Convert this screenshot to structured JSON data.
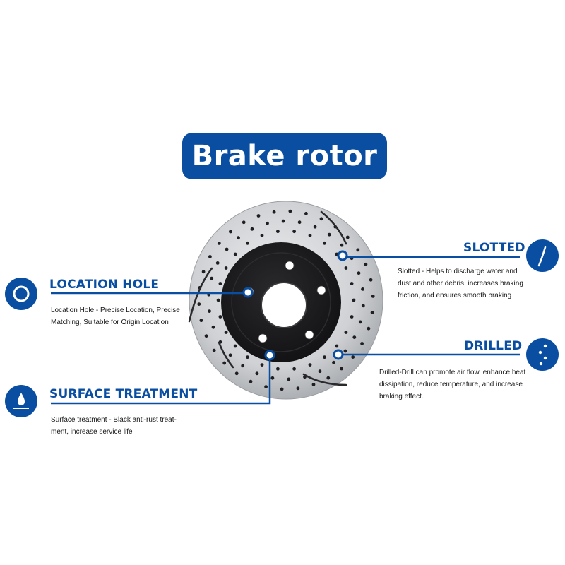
{
  "title": "Brake rotor",
  "colors": {
    "accent": "#0a4ea2",
    "rotor_dark": "#1e1e20",
    "rotor_metal": "#cfd1d4"
  },
  "features": {
    "location_hole": {
      "heading": "LOCATION HOLE",
      "icon": "ring-icon",
      "desc_lines": [
        "Location Hole - Precise Location, Precise",
        "Matching, Suitable for Origin Location"
      ]
    },
    "surface_treatment": {
      "heading": "SURFACE TREATMENT",
      "icon": "droplet-icon",
      "desc_lines": [
        "Surface treatment - Black anti-rust treat-",
        "ment, increase service life"
      ]
    },
    "slotted": {
      "heading": "SLOTTED",
      "icon": "slot-icon",
      "desc_lines": [
        "Slotted - Helps to discharge water and",
        "dust and other debris, increases braking",
        "friction, and ensures smooth braking"
      ]
    },
    "drilled": {
      "heading": "DRILLED",
      "icon": "drilled-holes-icon",
      "desc_lines": [
        "Drilled-Drill can promote air flow, enhance heat",
        "dissipation, reduce temperature, and increase",
        "braking effect."
      ]
    }
  }
}
